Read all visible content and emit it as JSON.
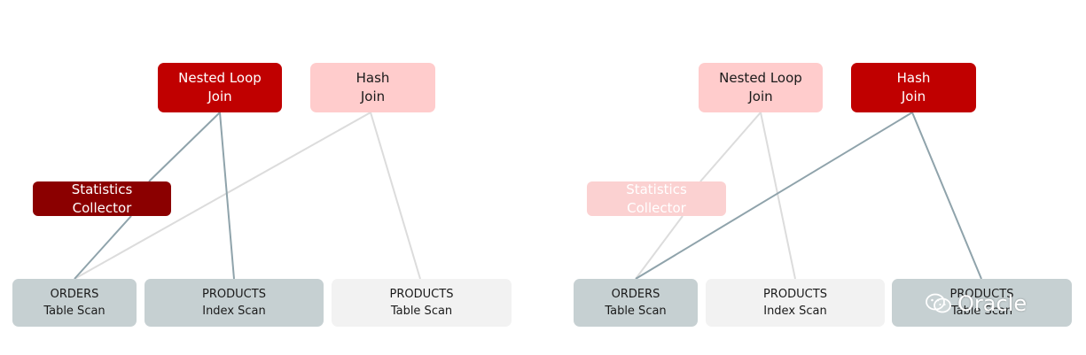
{
  "colors": {
    "join_active": "#c00000",
    "join_inactive": "#ffcccc",
    "stats_active": "#8b0000",
    "stats_inactive": "#fbd1d1",
    "scan_active": "#c6d0d2",
    "scan_inactive": "#f2f2f2",
    "line_active": "#8fa3ab",
    "line_inactive": "#dcdcdc",
    "text_dark": "#1a1a1a",
    "text_light": "#ffffff"
  },
  "left": {
    "nested_loop": {
      "line1": "Nested Loop",
      "line2": "Join"
    },
    "hash": {
      "line1": "Hash",
      "line2": "Join"
    },
    "stats": {
      "line1": "Statistics",
      "line2": "Collector"
    },
    "orders": {
      "line1": "ORDERS",
      "line2": "Table Scan"
    },
    "products_index": {
      "line1": "PRODUCTS",
      "line2": "Index Scan"
    },
    "products_table": {
      "line1": "PRODUCTS",
      "line2": "Table Scan"
    }
  },
  "right": {
    "nested_loop": {
      "line1": "Nested Loop",
      "line2": "Join"
    },
    "hash": {
      "line1": "Hash",
      "line2": "Join"
    },
    "stats": {
      "line1": "Statistics",
      "line2": "Collector"
    },
    "orders": {
      "line1": "ORDERS",
      "line2": "Table Scan"
    },
    "products_index": {
      "line1": "PRODUCTS",
      "line2": "Index Scan"
    },
    "products_table": {
      "line1": "PRODUCTS",
      "line2": "Table Scan"
    }
  },
  "watermark": {
    "icon": "wechat-icon",
    "text": "Oracle"
  }
}
